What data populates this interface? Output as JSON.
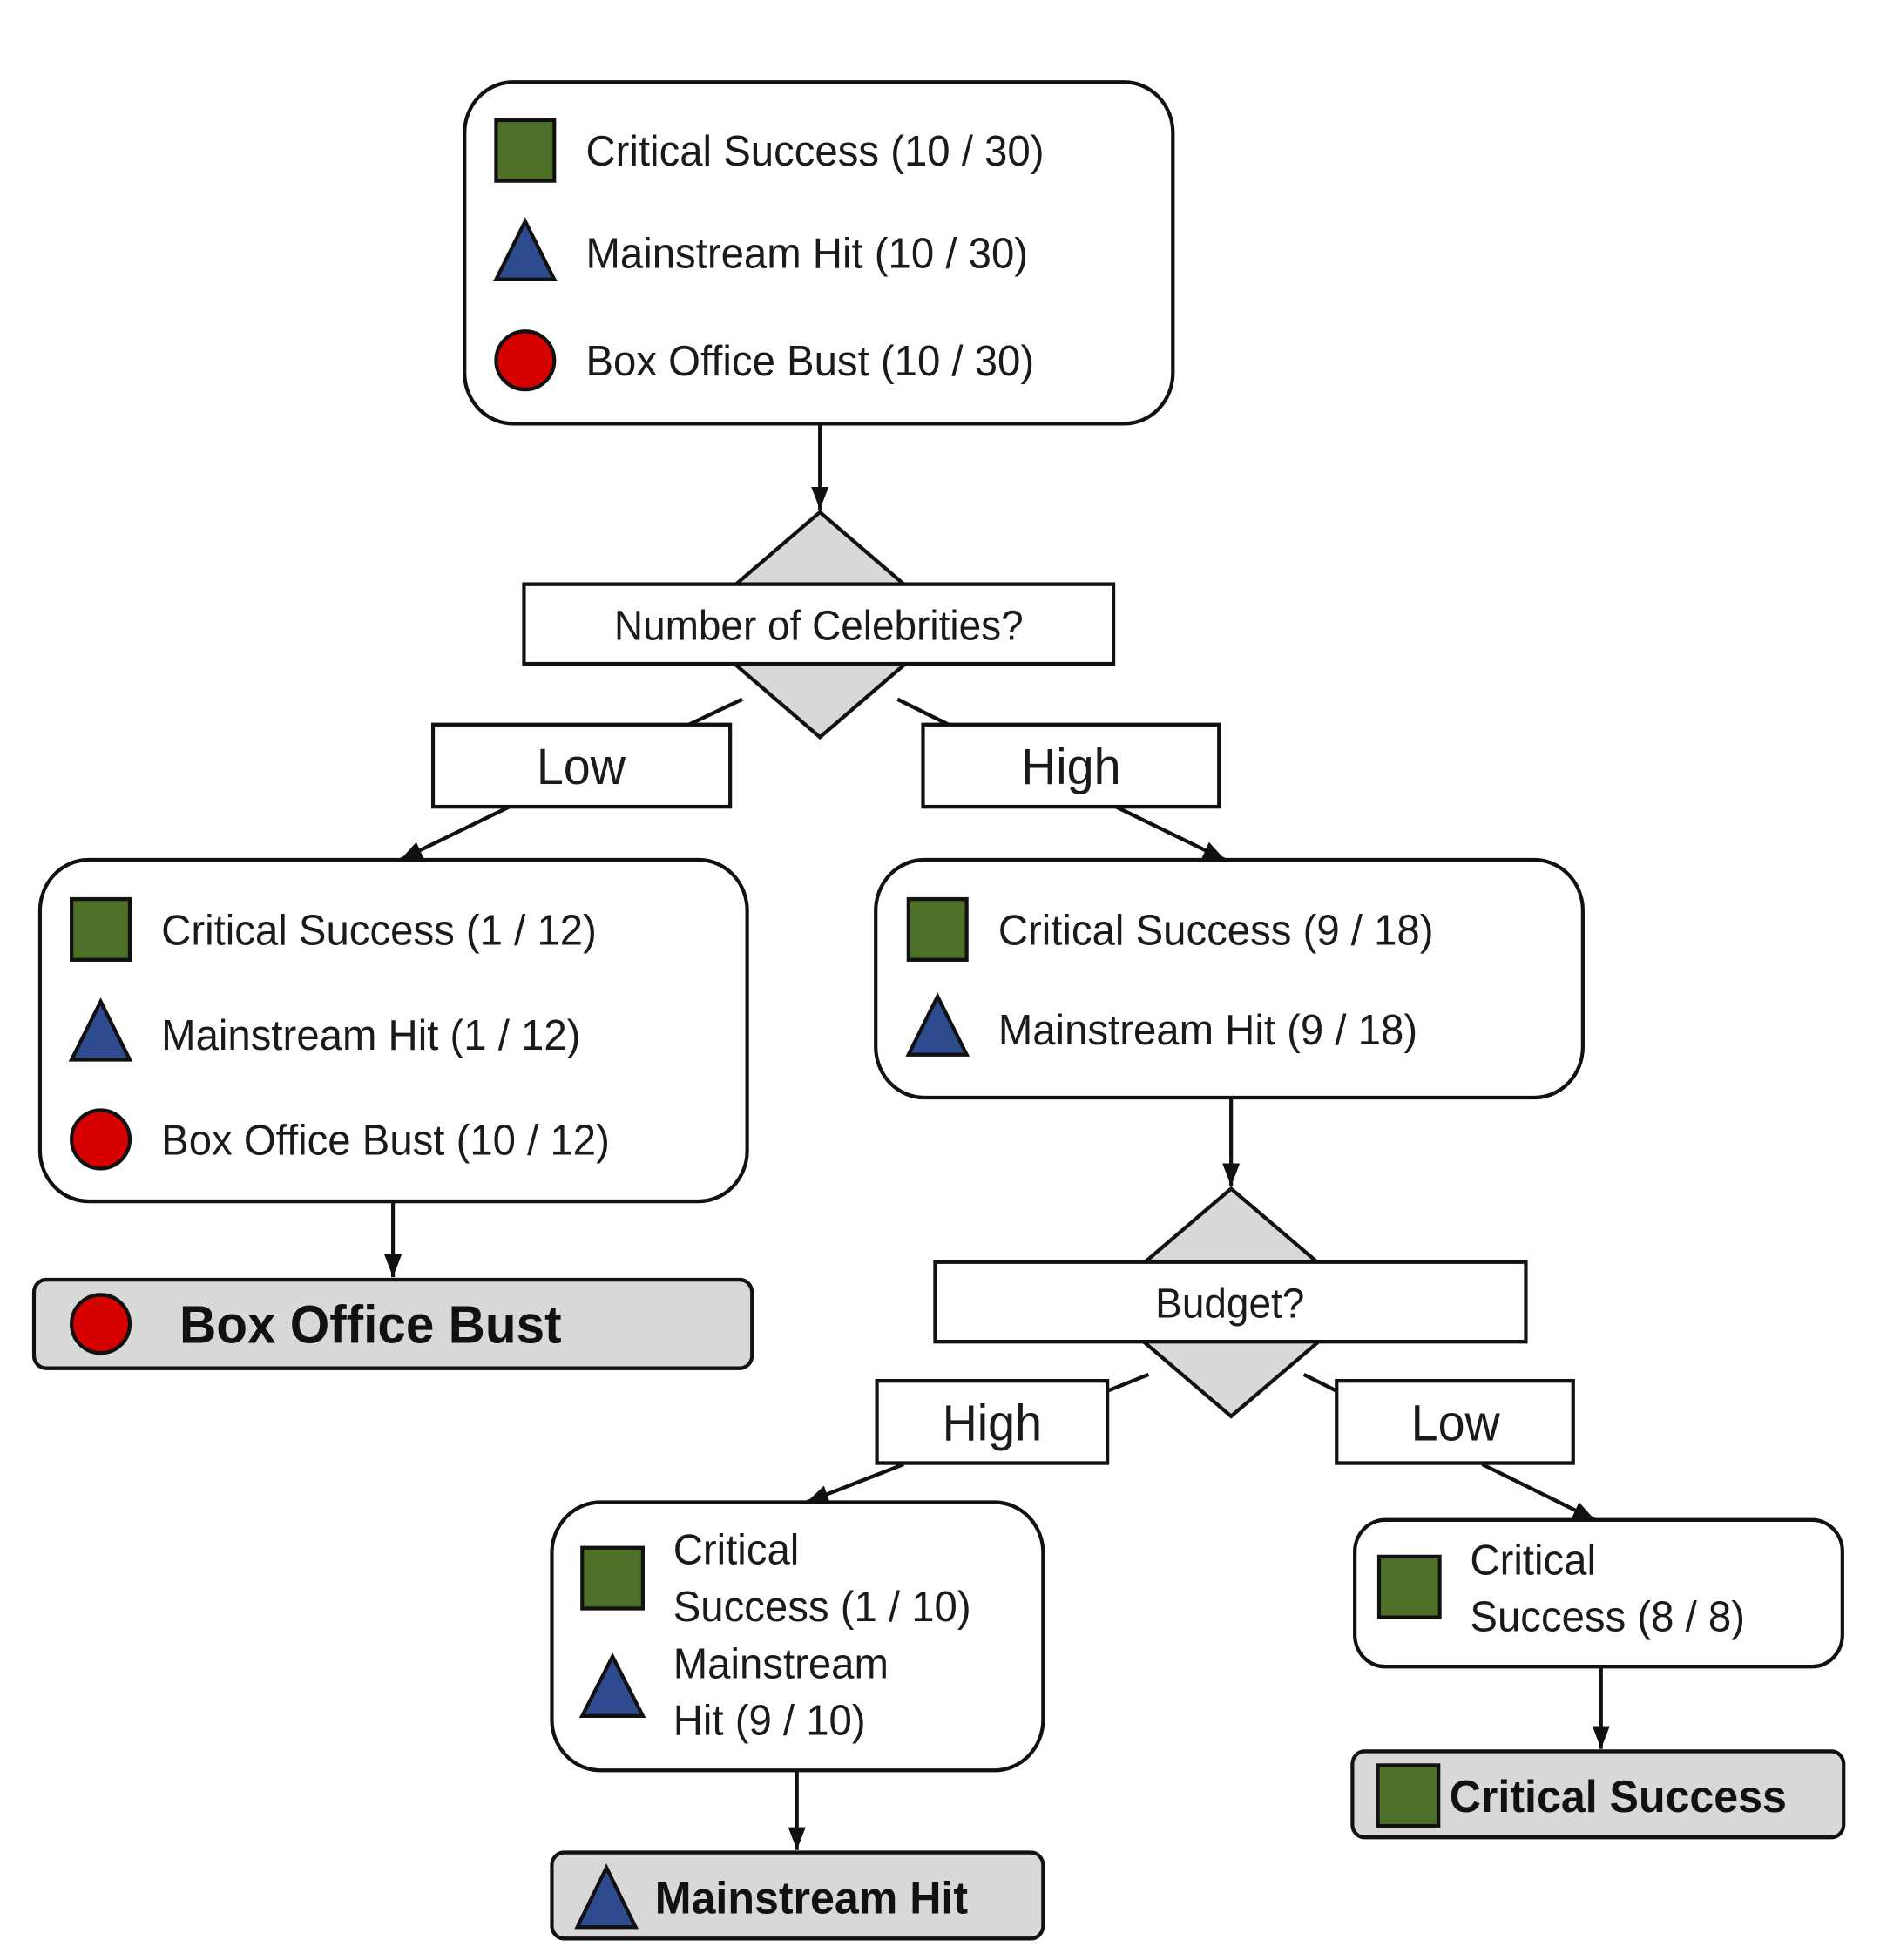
{
  "colors": {
    "critical_success": "#4e7028",
    "mainstream_hit": "#2f4b8f",
    "box_office_bust": "#d60000",
    "decision_fill": "#d8d8d8",
    "leaf_fill": "#d8d8d8"
  },
  "root": {
    "items": [
      {
        "icon": "square",
        "label": "Critical Success (10 / 30)"
      },
      {
        "icon": "triangle",
        "label": "Mainstream Hit (10 / 30)"
      },
      {
        "icon": "circle",
        "label": "Box Office Bust (10 / 30)"
      }
    ]
  },
  "decision1": {
    "question": "Number of Celebrities?",
    "branch_left": "Low",
    "branch_right": "High"
  },
  "low_celebs": {
    "items": [
      {
        "icon": "square",
        "label": "Critical Success (1 / 12)"
      },
      {
        "icon": "triangle",
        "label": "Mainstream Hit (1 / 12)"
      },
      {
        "icon": "circle",
        "label": "Box Office Bust (10 / 12)"
      }
    ],
    "leaf": "Box Office Bust"
  },
  "high_celebs": {
    "items": [
      {
        "icon": "square",
        "label": "Critical Success (9 / 18)"
      },
      {
        "icon": "triangle",
        "label": "Mainstream Hit (9 / 18)"
      }
    ]
  },
  "decision2": {
    "question": "Budget?",
    "branch_left": "High",
    "branch_right": "Low"
  },
  "high_budget": {
    "items": [
      {
        "icon": "square",
        "lines": [
          "Critical",
          "Success (1 / 10)"
        ]
      },
      {
        "icon": "triangle",
        "lines": [
          "Mainstream",
          "Hit (9 / 10)"
        ]
      }
    ],
    "leaf": "Mainstream Hit"
  },
  "low_budget": {
    "items": [
      {
        "icon": "square",
        "lines": [
          "Critical",
          "Success (8 / 8)"
        ]
      }
    ],
    "leaf": "Critical Success"
  }
}
